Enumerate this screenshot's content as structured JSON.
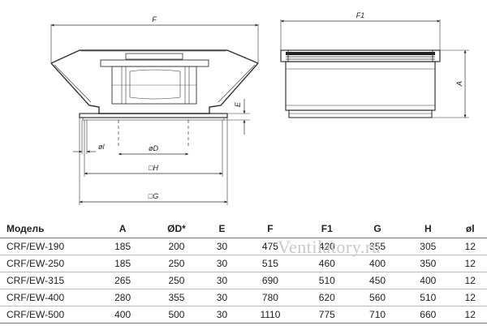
{
  "drawing": {
    "labels": {
      "F": "F",
      "F1": "F1",
      "A": "A",
      "E": "E",
      "l": "øl",
      "D": "øD",
      "H": "□H",
      "G": "□G"
    }
  },
  "watermark": "Ventilatory.ru",
  "table": {
    "headers": [
      "Модель",
      "A",
      "ØD*",
      "E",
      "F",
      "F1",
      "G",
      "H",
      "øl"
    ],
    "rows": [
      [
        "CRF/EW-190",
        "185",
        "200",
        "30",
        "475",
        "420",
        "355",
        "305",
        "12"
      ],
      [
        "CRF/EW-250",
        "185",
        "250",
        "30",
        "515",
        "460",
        "400",
        "350",
        "12"
      ],
      [
        "CRF/EW-315",
        "265",
        "250",
        "30",
        "690",
        "510",
        "450",
        "400",
        "12"
      ],
      [
        "CRF/EW-400",
        "280",
        "355",
        "30",
        "780",
        "620",
        "560",
        "510",
        "12"
      ],
      [
        "CRF/EW-500",
        "400",
        "500",
        "30",
        "1110",
        "775",
        "710",
        "660",
        "12"
      ]
    ]
  }
}
